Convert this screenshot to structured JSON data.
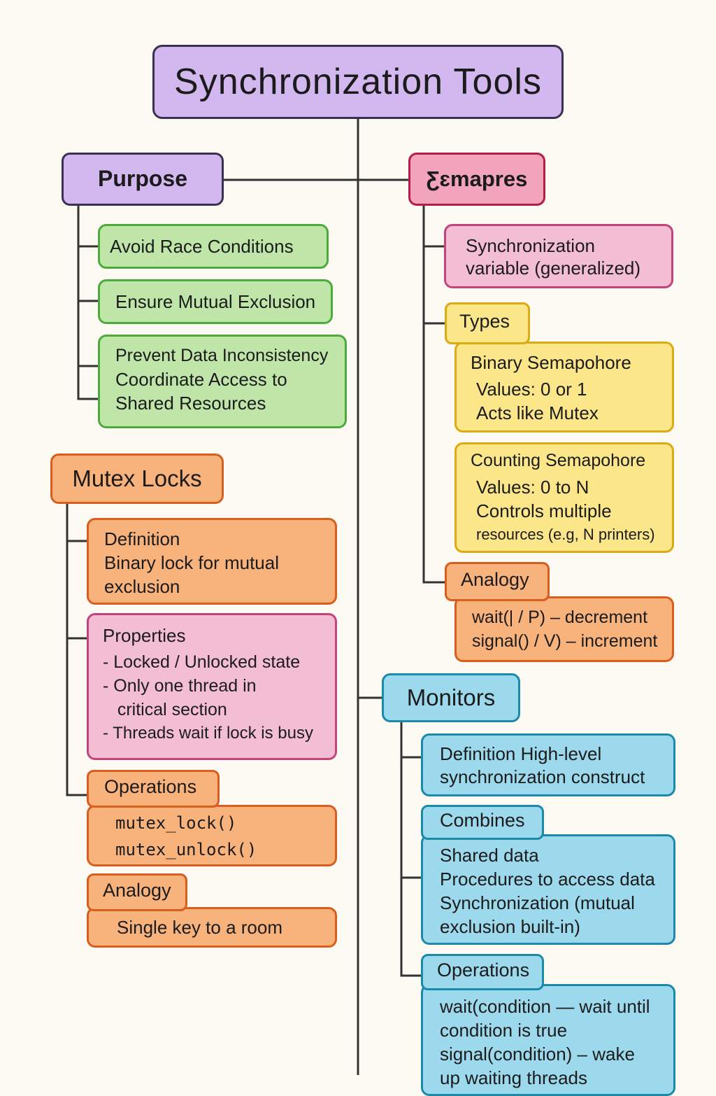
{
  "title": "Synchronization Tools",
  "purpose": {
    "heading": "Purpose",
    "items": [
      [
        "Avoid Race Conditions"
      ],
      [
        "Ensure Mutual Exclusion"
      ],
      [
        "Prevent Data Inconsistency",
        "Coordinate Access to",
        "Shared Resources"
      ]
    ]
  },
  "semaphores": {
    "heading": "Ƹɛmapres",
    "definition": [
      "Synchronization",
      "variable (generalized)"
    ],
    "types_label": "Types",
    "binary": {
      "title": "Binary Semapohore",
      "lines": [
        "Values:  0 or 1",
        "Acts like Mutex"
      ]
    },
    "counting": {
      "title": "Counting Semapohore",
      "lines": [
        "Values:  0 to N",
        "Controls multiple",
        "resources (e.g, N printers)"
      ]
    },
    "analogy_label": "Analogy",
    "analogy_lines": [
      "wait(| / P) – decrement",
      "signal() / V) – increment"
    ]
  },
  "mutex": {
    "heading": "Mutex Locks",
    "definition": {
      "title": "Definition",
      "lines": [
        "Binary lock for mutual",
        "exclusion"
      ]
    },
    "properties": {
      "title": "Properties",
      "lines": [
        "- Locked / Unlocked state",
        "- Only one thread in",
        "   critical section",
        "- Threads wait if lock is busy"
      ]
    },
    "operations": {
      "title": "Operations",
      "lines": [
        "mutex_lock()",
        "mutex_unlock()"
      ]
    },
    "analogy": {
      "title": "Analogy",
      "text": "Single key to a room"
    }
  },
  "monitors": {
    "heading": "Monitors",
    "definition": [
      "Definition High-level",
      "synchronization construct"
    ],
    "combines_label": "Combines",
    "combines_lines": [
      "Shared data",
      "Procedures to access data",
      "Synchronization (mutual",
      "exclusion built-in)"
    ],
    "operations_label": "Operations",
    "operations_lines": [
      "wait(condition — wait until",
      "condition is true",
      "signal(condition) – wake",
      "up waiting threads"
    ]
  }
}
